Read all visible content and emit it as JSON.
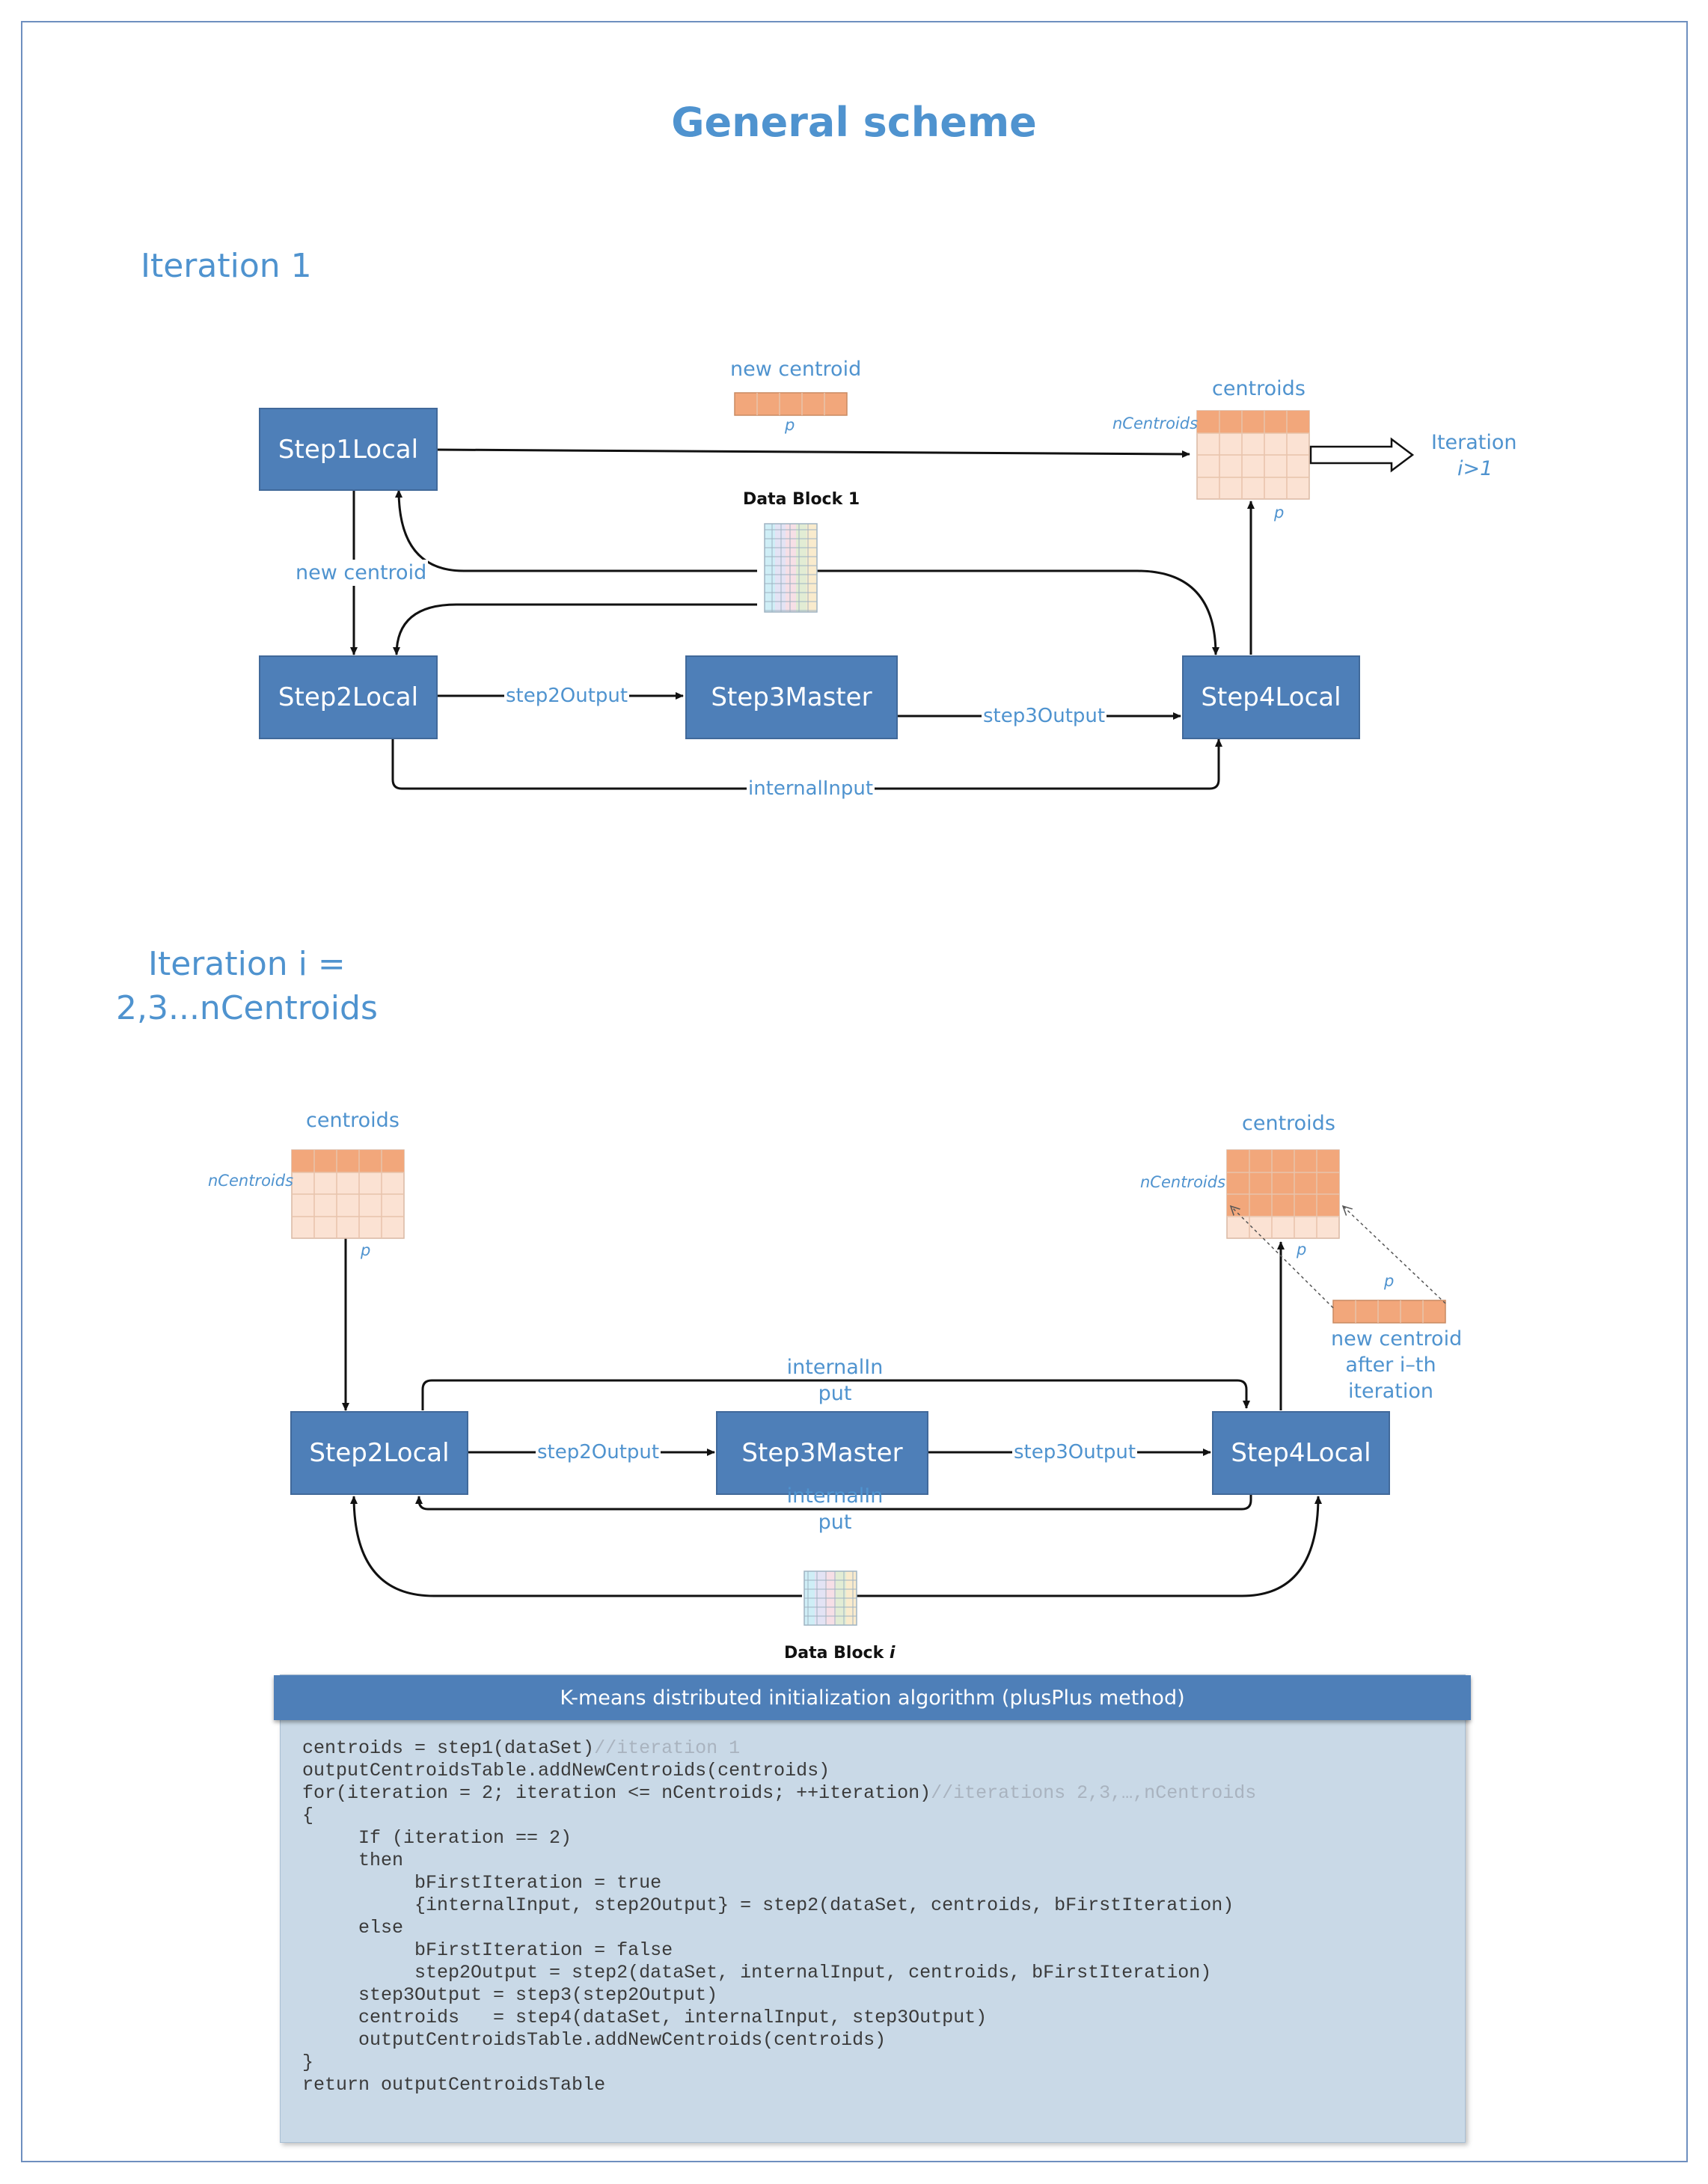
{
  "title": "General scheme",
  "iteration1": {
    "heading": "Iteration 1",
    "boxes": {
      "step1": "Step1Local",
      "step2": "Step2Local",
      "step3": "Step3Master",
      "step4": "Step4Local"
    },
    "labels": {
      "new_centroid_top": "new centroid",
      "p_top": "p",
      "centroids": "centroids",
      "ncentroids": "nCentroids",
      "p_right": "p",
      "iteration_next": "Iteration",
      "iteration_next_cond": "i>1",
      "data_block": "Data Block 1",
      "new_centroid_mid": "new centroid",
      "step2output": "step2Output",
      "step3output": "step3Output",
      "internal_input": "internalInput"
    }
  },
  "iteration_i": {
    "heading_line1": "Iteration i =",
    "heading_line2": "2,3...nCentroids",
    "boxes": {
      "step2": "Step2Local",
      "step3": "Step3Master",
      "step4": "Step4Local"
    },
    "labels": {
      "centroids_left": "centroids",
      "ncentroids_left": "nCentroids",
      "p_left": "p",
      "centroids_right": "centroids",
      "ncentroids_right": "nCentroids",
      "p_right_table": "p",
      "p_row": "p",
      "new_centroid_line1": "new centroid",
      "new_centroid_line2": "after i–th",
      "new_centroid_line3": "iteration",
      "internal_input_top_line1": "internalIn",
      "internal_input_top_line2": "put",
      "internal_input_bottom_line1": "internalIn",
      "internal_input_bottom_line2": "put",
      "step2output": "step2Output",
      "step3output": "step3Output",
      "data_block_prefix": "Data Block ",
      "data_block_suffix": "i"
    }
  },
  "algorithm": {
    "header": "K-means distributed initialization algorithm (plusPlus method)",
    "lines": [
      {
        "code": "centroids = step1(dataSet)",
        "comment": "//iteration 1"
      },
      {
        "code": "outputCentroidsTable.addNewCentroids(centroids)",
        "comment": ""
      },
      {
        "code": "for(iteration = 2; iteration <= nCentroids; ++iteration)",
        "comment": "//iterations 2,3,…,nCentroids"
      },
      {
        "code": "{",
        "comment": ""
      },
      {
        "code": "     If (iteration == 2)",
        "comment": ""
      },
      {
        "code": "     then",
        "comment": ""
      },
      {
        "code": "          bFirstIteration = true",
        "comment": ""
      },
      {
        "code": "          {internalInput, step2Output} = step2(dataSet, centroids, bFirstIteration)",
        "comment": ""
      },
      {
        "code": "     else",
        "comment": ""
      },
      {
        "code": "          bFirstIteration = false",
        "comment": ""
      },
      {
        "code": "          step2Output = step2(dataSet, internalInput, centroids, bFirstIteration)",
        "comment": ""
      },
      {
        "code": "     step3Output = step3(step2Output)",
        "comment": ""
      },
      {
        "code": "     centroids   = step4(dataSet, internalInput, step3Output)",
        "comment": ""
      },
      {
        "code": "     outputCentroidsTable.addNewCentroids(centroids)",
        "comment": ""
      },
      {
        "code": "}",
        "comment": ""
      },
      {
        "code": "return outputCentroidsTable",
        "comment": ""
      }
    ]
  },
  "colors": {
    "box_fill": "#4e7fb8",
    "label_text": "#4f93cf",
    "centroid_dark": "#f2a77b",
    "centroid_light": "#fbe2d3",
    "code_panel": "#c9d9e7"
  }
}
